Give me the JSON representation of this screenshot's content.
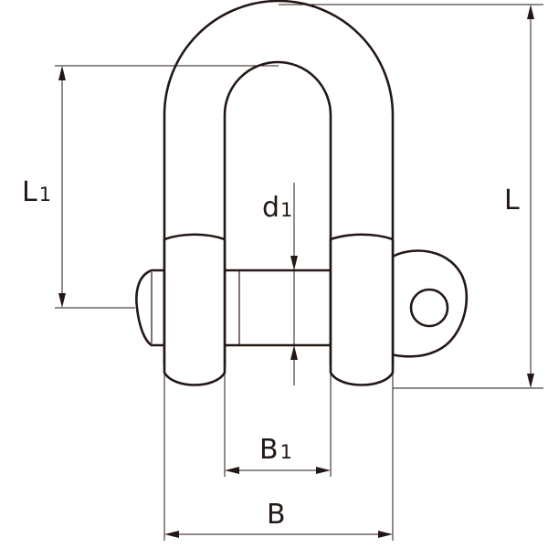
{
  "labels": {
    "L1_main": "L",
    "L1_sub": "1",
    "L": "L",
    "d1_main": "d",
    "d1_sub": "1",
    "B1_main": "B",
    "B1_sub": "1",
    "B": "B"
  },
  "colors": {
    "line": "#231815",
    "background": "#ffffff"
  }
}
